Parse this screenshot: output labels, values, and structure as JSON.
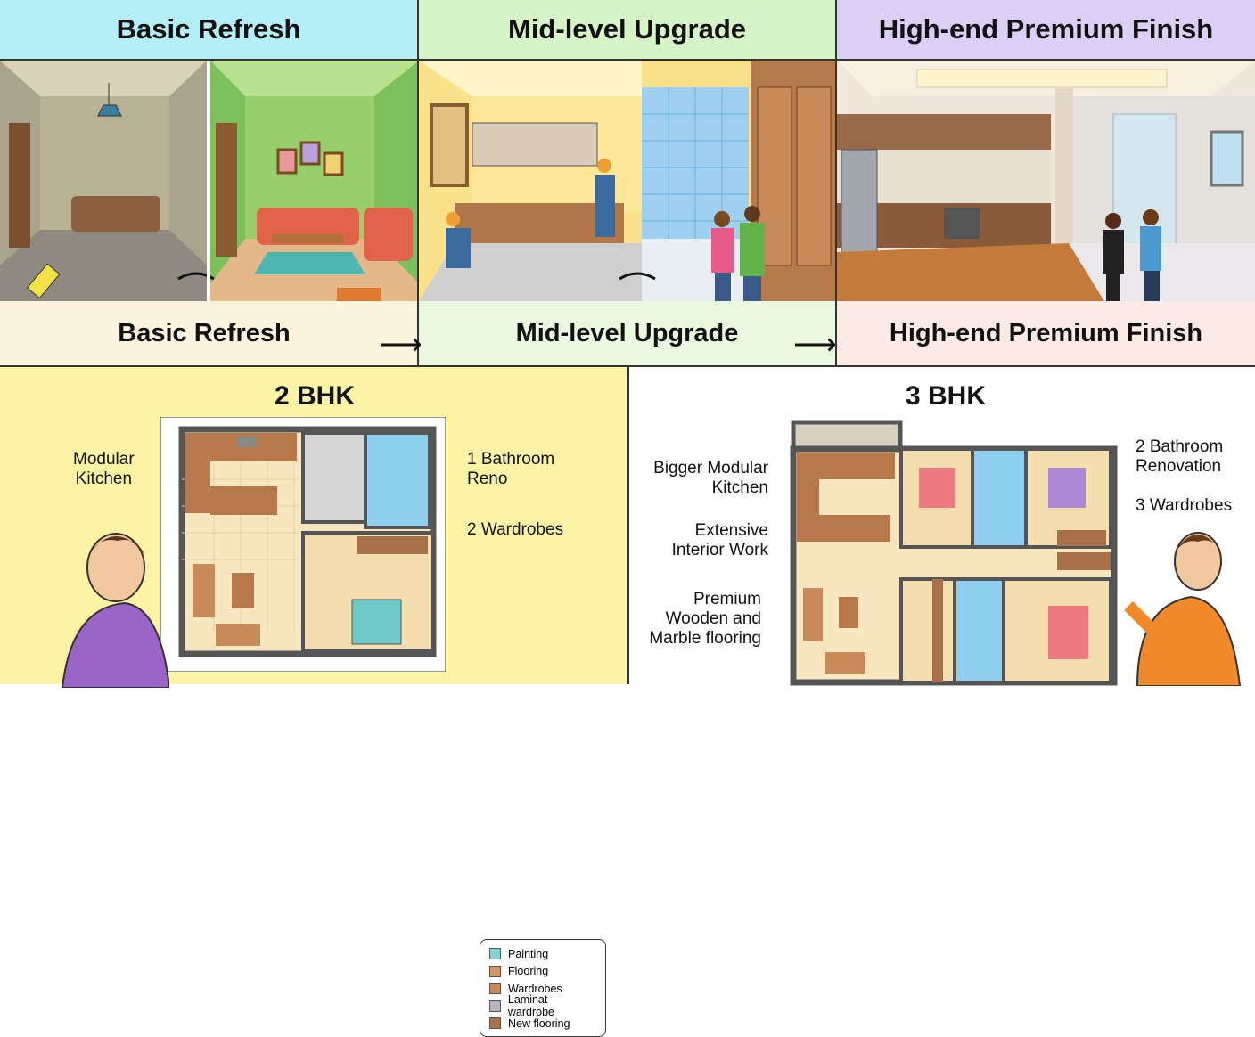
{
  "headers": [
    "Basic Refresh",
    "Mid-level Upgrade",
    "High-end Premium Finish"
  ],
  "captions": [
    "Basic Refresh",
    "Mid-level Upgrade",
    "High-end Premium Finish"
  ],
  "colors": {
    "header_basic": "#b4eef6",
    "header_mid": "#d6f5c6",
    "header_high": "#dccff6",
    "caption_basic": "#fdf4de",
    "caption_mid": "#e9f8de",
    "caption_high": "#fcebe4",
    "panel_2bhk": "#fdf3a4",
    "panel_3bhk": "#ffffff"
  },
  "plan_2bhk": {
    "title": "2 BHK",
    "labels": [
      "Modular\nKitchen",
      "1 Bathroom\nReno",
      "2 Wardrobes"
    ],
    "legend": [
      {
        "label": "Painting",
        "color": "#7fd3d3"
      },
      {
        "label": "Flooring",
        "color": "#d9955f"
      },
      {
        "label": "Wardrobes",
        "color": "#c98a5a"
      },
      {
        "label": "Laminat wardrobe",
        "color": "#bdb3c4"
      },
      {
        "label": "New flooring",
        "color": "#a8704a"
      }
    ]
  },
  "plan_3bhk": {
    "title": "3 BHK",
    "labels": [
      "Bigger Modular\nKitchen",
      "Extensive\nInterior Work",
      "Premium\nWooden and\nMarble flooring",
      "2 Bathroom\nRenovation",
      "3 Wardrobes"
    ]
  }
}
